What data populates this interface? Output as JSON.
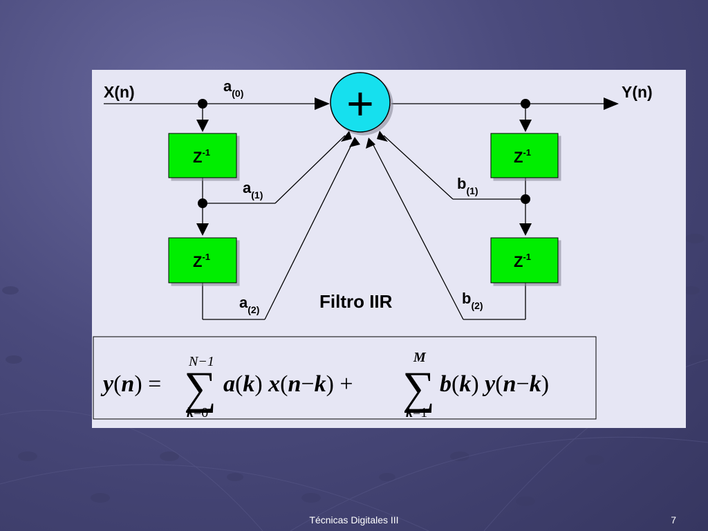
{
  "diagram": {
    "input_label": "X(n)",
    "output_label": "Y(n)",
    "adder_symbol": "+",
    "delay_base": "Z",
    "delay_exp": "-1",
    "coef_a": "a",
    "coef_b": "b",
    "sub_0": "(0)",
    "sub_1": "(1)",
    "sub_2": "(2)",
    "title": "Filtro IIR",
    "colors": {
      "delay_fill": "#00ee00",
      "adder_fill": "#19e0ee",
      "panel": "#e6e6f4"
    }
  },
  "formula": {
    "lhs_y": "y",
    "lhs_n": "n",
    "eq": "=",
    "sum1_top": "N−1",
    "sum1_bottom_k": "k",
    "sum1_bottom_rest": "=0",
    "sum2_top": "M",
    "sum2_bottom_k": "k",
    "sum2_bottom_rest": "=1",
    "a": "a",
    "k": "k",
    "x": "x",
    "n": "n",
    "minus": "−",
    "plus": "+",
    "b": "b",
    "y": "y",
    "sigma": "∑"
  },
  "footer": {
    "title": "Técnicas Digitales III",
    "page": "7"
  }
}
